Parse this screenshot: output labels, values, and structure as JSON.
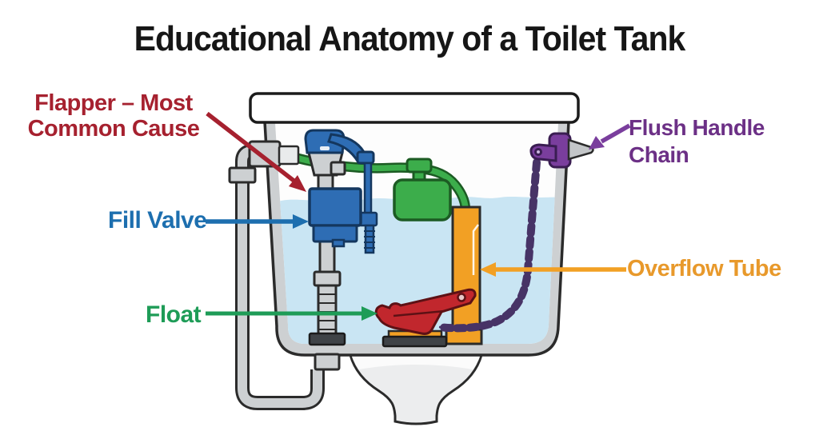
{
  "title": "Educational Anatomy of a Toilet Tank",
  "labels": {
    "flapper": {
      "line1": "Flapper – Most",
      "line2": "Common Cause",
      "color": "#A6212F"
    },
    "fill_valve": {
      "text": "Fill Valve",
      "color": "#1D6FAF"
    },
    "float": {
      "text": "Float",
      "color": "#1E9C57"
    },
    "flush_handle": {
      "line1": "Flush Handle",
      "line2": "Chain",
      "color": "#6C3086"
    },
    "overflow_tube": {
      "text": "Overflow Tube",
      "color": "#E8992B"
    }
  },
  "colors": {
    "water": "#C9E5F3",
    "tank_gray": "#CDD0D2",
    "tank_inner": "#FDFDFD",
    "outline": "#2B2B2B",
    "valve_blue": "#2E6DB4",
    "valve_blue_dark": "#14375E",
    "float_green": "#3CAD4B",
    "green_dark": "#1C5B23",
    "overflow_orange": "#F2A024",
    "flapper_red": "#C1272D",
    "flapper_dark": "#5D1115",
    "handle_purple": "#7A3E9D",
    "purple_dark": "#3A1D52",
    "chain_purple": "#473366",
    "base_dark": "#3F4347",
    "arrow_red": "#A6212F",
    "arrow_blue": "#1D6FAF",
    "arrow_green": "#1E9C57",
    "arrow_orange": "#F2A024",
    "arrow_purple": "#7A3E9D"
  }
}
